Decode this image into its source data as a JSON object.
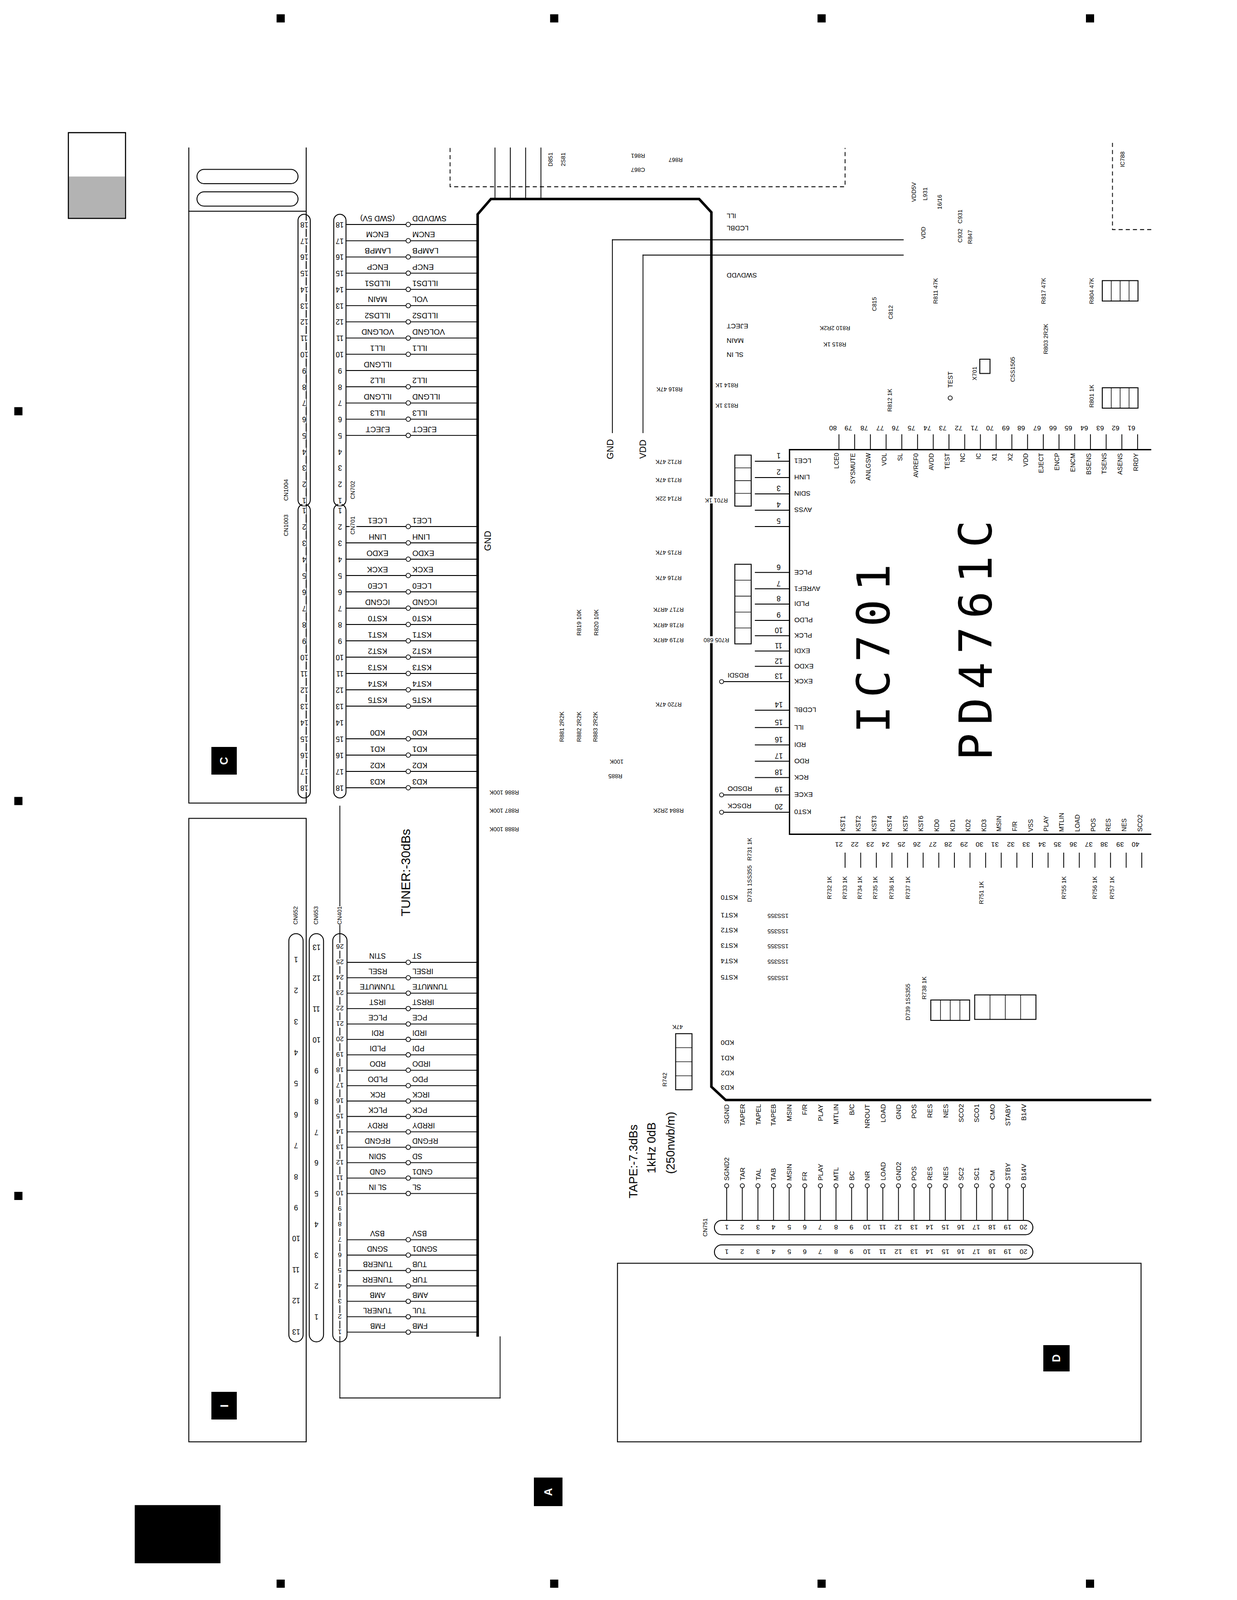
{
  "diagram": {
    "nodes": [
      {
        "text": [
          "C"
        ]
      },
      {
        "text": [
          "I"
        ]
      },
      {
        "text": [
          "IC701",
          "PD4761C"
        ]
      },
      {
        "text": [
          "D"
        ]
      },
      {
        "text": [
          "A"
        ]
      }
    ],
    "labels": [
      "18",
      "17",
      "16",
      "15",
      "14",
      "13",
      "12",
      "11",
      "10",
      "9",
      "8",
      "7",
      "6",
      "5",
      "4",
      "3",
      "2",
      "1",
      "18",
      "17",
      "16",
      "15",
      "14",
      "13",
      "12",
      "11",
      "10",
      "9",
      "8",
      "7",
      "6",
      "5",
      "4",
      "3",
      "2",
      "1",
      "(SWD 5V)",
      "ENCM",
      "LAMPB",
      "ENCP",
      "ILLDS1",
      "MAIN",
      "ILLDS2",
      "VOLGND",
      "ILL1",
      "ILLGND",
      "ILL2",
      "ILLGND",
      "ILL3",
      "EJECT",
      "SWDVDD",
      "ENCM",
      "LAMPB",
      "ENCP",
      "ILLDS1",
      "VOL",
      "ILLDS2",
      "VOLGND",
      "ILL1",
      "ILL2",
      "ILLGND",
      "ILL3",
      "EJECT",
      "1",
      "2",
      "3",
      "4",
      "5",
      "6",
      "7",
      "8",
      "9",
      "10",
      "11",
      "12",
      "13",
      "14",
      "15",
      "16",
      "17",
      "18",
      "1",
      "2",
      "3",
      "4",
      "5",
      "6",
      "7",
      "8",
      "9",
      "10",
      "11",
      "12",
      "13",
      "14",
      "15",
      "16",
      "17",
      "18",
      "LCE1",
      "LINH",
      "EXDO",
      "EXCK",
      "LCE0",
      "ICGND",
      "KST0",
      "KST1",
      "KST2",
      "KST3",
      "KST4",
      "KST5",
      "KD0",
      "KD1",
      "KD2",
      "KD3",
      "LCE1",
      "LINH",
      "EXDO",
      "EXCK",
      "LCE0",
      "ICGND",
      "KST0",
      "KST1",
      "KST2",
      "KST3",
      "KST4",
      "KST5",
      "KD0",
      "KD1",
      "KD2",
      "KD3",
      "1",
      "2",
      "3",
      "4",
      "5",
      "6",
      "7",
      "8",
      "9",
      "10",
      "11",
      "12",
      "13",
      "13",
      "12",
      "11",
      "10",
      "9",
      "8",
      "7",
      "6",
      "5",
      "4",
      "3",
      "2",
      "1",
      "26",
      "25",
      "24",
      "23",
      "22",
      "21",
      "20",
      "19",
      "18",
      "17",
      "16",
      "15",
      "14",
      "13",
      "12",
      "11",
      "10",
      "9",
      "8",
      "7",
      "6",
      "5",
      "4",
      "3",
      "2",
      "1",
      "STIN",
      "RSEL",
      "TUNMUTE",
      "IRST",
      "PLCE",
      "RDI",
      "PLDI",
      "RDO",
      "PLDO",
      "RCK",
      "PLCK",
      "RRDY",
      "RFGND",
      "SDIN",
      "GND",
      "SL IN",
      "BSV",
      "SGND",
      "TUNERB",
      "TUNERR",
      "AMB",
      "TUNERL",
      "FMB",
      "ST",
      "IRSEL",
      "TUNMUTE",
      "IRRST",
      "PCE",
      "IRDI",
      "PDI",
      "IRDO",
      "PDO",
      "IRCK",
      "PCK",
      "IRRDY",
      "RFGND",
      "SD",
      "GND1",
      "SL",
      "BSV",
      "SGND1",
      "TUB",
      "TUR",
      "AMB",
      "TUL",
      "FMB",
      "1",
      "2",
      "3",
      "4",
      "5",
      "6",
      "7",
      "8",
      "9",
      "10",
      "11",
      "12",
      "13",
      "14",
      "15",
      "16",
      "17",
      "18",
      "19",
      "20",
      "1",
      "2",
      "3",
      "4",
      "5",
      "6",
      "7",
      "8",
      "9",
      "10",
      "11",
      "12",
      "13",
      "14",
      "15",
      "16",
      "17",
      "18",
      "19",
      "20",
      "SGND",
      "TAPER",
      "TAPEL",
      "TAPEB",
      "MSIN",
      "F/R",
      "PLAY",
      "MTLIN",
      "B/C",
      "NROUT",
      "LOAD",
      "GND",
      "POS",
      "RES",
      "NES",
      "SCO2",
      "SCO1",
      "CMO",
      "STABY",
      "B14V",
      "SGND2",
      "TAR",
      "TAL",
      "TAB",
      "MSIN",
      "FR",
      "PLAY",
      "MTL",
      "BC",
      "NR",
      "LOAD",
      "GND2",
      "POS",
      "RES",
      "NES",
      "SC2",
      "SC1",
      "CM",
      "STBY",
      "B14V",
      "1",
      "2",
      "3",
      "4",
      "5",
      "6",
      "7",
      "8",
      "9",
      "10",
      "11",
      "12",
      "13",
      "14",
      "15",
      "16",
      "17",
      "18",
      "19",
      "20",
      "LCE1",
      "LINH",
      "SDIN",
      "AVSS",
      "PLCE",
      "AVREF1",
      "PLDI",
      "PLDO",
      "PLCK",
      "EXDI",
      "EXDO",
      "EXCK",
      "LCDBL",
      "ILL",
      "RDI",
      "RDO",
      "RCK",
      "EXCE",
      "KST0",
      "21",
      "22",
      "23",
      "24",
      "25",
      "26",
      "27",
      "28",
      "29",
      "30",
      "31",
      "32",
      "33",
      "34",
      "35",
      "36",
      "37",
      "38",
      "39",
      "40",
      "KST1",
      "KST2",
      "KST3",
      "KST4",
      "KST5",
      "KST6",
      "KD0",
      "KD1",
      "KD2",
      "KD3",
      "MSIN",
      "F/R",
      "VSS",
      "PLAY",
      "MTLIN",
      "LOAD",
      "POS",
      "RES",
      "NES",
      "SCO2",
      "80",
      "79",
      "78",
      "77",
      "76",
      "75",
      "74",
      "73",
      "72",
      "71",
      "70",
      "69",
      "68",
      "67",
      "66",
      "65",
      "64",
      "63",
      "62",
      "61",
      "LCE0",
      "SYSMUTE",
      "ANLGSW",
      "VOL",
      "SL",
      "AVREF0",
      "AVDD",
      "TEST",
      "NC",
      "IC",
      "X1",
      "X2",
      "VDD",
      "EJECT",
      "ENCP",
      "ENCM",
      "BSENS",
      "TSENS",
      "ASENS",
      "RRDY",
      "CN1004",
      "CN702",
      "CN1003",
      "CN701",
      "CN652",
      "CN653",
      "CN401",
      "CN751",
      "TUNER:-30dBs",
      "TAPE:-7.3dBs",
      "1kHz 0dB",
      "(250nwb/m)",
      "GND",
      "VDD",
      "GND",
      "RDSDI",
      "RDSDO",
      "RDSCK",
      "TEST",
      "ILL",
      "LCDBL",
      "SWDVDD",
      "EJECT",
      "MAIN",
      "SL IN",
      "KST0",
      "KST1",
      "KST2",
      "KST3",
      "KST4",
      "KST5",
      "KD0",
      "KD1",
      "KD2",
      "KD3",
      "1SS355",
      "1SS355",
      "1SS355",
      "1SS355",
      "1SS355",
      "R816 47K",
      "R814 1K",
      "R813 1K",
      "R712 47K",
      "R713 47K",
      "R714 22K",
      "R701 1K",
      "R715 47K",
      "R716 47K",
      "R717 4R7K",
      "R718 4R7K",
      "R719 4R7K",
      "R705 680",
      "R720 47K",
      "R884 2R2K",
      "R886 100K",
      "R887 100K",
      "R888 100K",
      "100K",
      "R885",
      "R810 2R2K",
      "R815 1K",
      "47K",
      "R861",
      "C867",
      "R867",
      "R819 10K",
      "R820 10K",
      "R881 2R2K",
      "R882 2R2K",
      "R883 2R2K",
      "R731 1K",
      "D731 1SS355",
      "R732 1K",
      "R733 1K",
      "R734 1K",
      "R735 1K",
      "R736 1K",
      "R737 1K",
      "R738 1K",
      "D739 1SS355",
      "R751 1K",
      "R755 1K",
      "R756 1K",
      "R757 1K",
      "R742",
      "R811 47K",
      "R812 1K",
      "R817 47K",
      "R803 2R2K",
      "R804 47K",
      "R801 1K",
      "C815",
      "C812",
      "X701",
      "CSS1505",
      "VDD5V",
      "L931",
      "16/16",
      "C931",
      "C932",
      "R847",
      "VDD",
      "IC788",
      "D851",
      "2S81"
    ]
  }
}
